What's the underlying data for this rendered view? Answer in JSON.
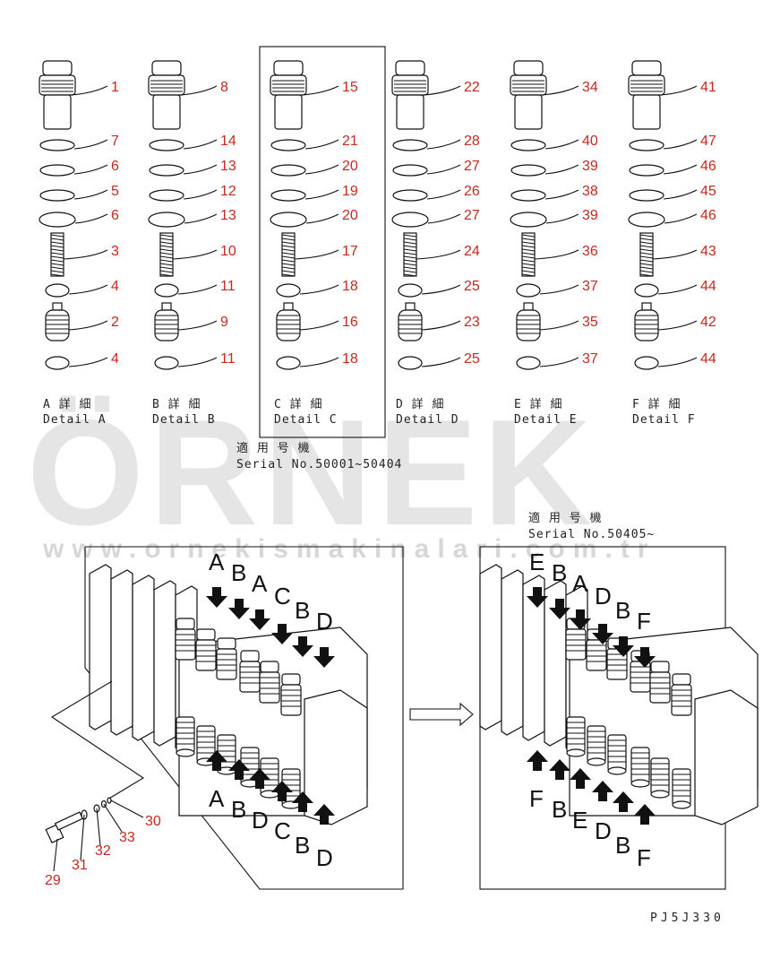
{
  "details": [
    {
      "jp": "A 詳 細",
      "en": "Detail A",
      "callouts": [
        "1",
        "7",
        "6",
        "5",
        "6",
        "3",
        "4",
        "2",
        "4"
      ]
    },
    {
      "jp": "B 詳 細",
      "en": "Detail B",
      "callouts": [
        "8",
        "14",
        "13",
        "12",
        "13",
        "10",
        "11",
        "9",
        "11"
      ]
    },
    {
      "jp": "C 詳 細",
      "en": "Detail C",
      "callouts": [
        "15",
        "21",
        "20",
        "19",
        "20",
        "17",
        "18",
        "16",
        "18"
      ]
    },
    {
      "jp": "D 詳 細",
      "en": "Detail D",
      "callouts": [
        "22",
        "28",
        "27",
        "26",
        "27",
        "24",
        "25",
        "23",
        "25"
      ]
    },
    {
      "jp": "E 詳 細",
      "en": "Detail E",
      "callouts": [
        "34",
        "40",
        "39",
        "38",
        "39",
        "36",
        "37",
        "35",
        "37"
      ]
    },
    {
      "jp": "F 詳 細",
      "en": "Detail F",
      "callouts": [
        "41",
        "47",
        "46",
        "45",
        "46",
        "43",
        "44",
        "42",
        "44"
      ]
    }
  ],
  "serial_left": {
    "jp": "適 用 号 機",
    "en": "Serial No.50001~50404"
  },
  "serial_right": {
    "jp": "適 用 号 機",
    "en": "Serial No.50405~"
  },
  "left_view": {
    "top_letters": [
      "A",
      "B",
      "A",
      "C",
      "B",
      "D"
    ],
    "bottom_letters": [
      "A",
      "B",
      "D",
      "C",
      "B",
      "D"
    ]
  },
  "right_view": {
    "top_letters": [
      "E",
      "B",
      "A",
      "D",
      "B",
      "F"
    ],
    "bottom_letters": [
      "F",
      "B",
      "E",
      "D",
      "B",
      "F"
    ]
  },
  "plug_callouts": [
    "29",
    "31",
    "32",
    "33",
    "30"
  ],
  "figure_code": "PJ5J330",
  "watermark": {
    "brand": "ÖRNEK",
    "url": "www.ornekismakinalari.com.tr"
  },
  "colors": {
    "callout": "#c8281e",
    "line": "#111111",
    "watermark": "#cfcfcf"
  }
}
